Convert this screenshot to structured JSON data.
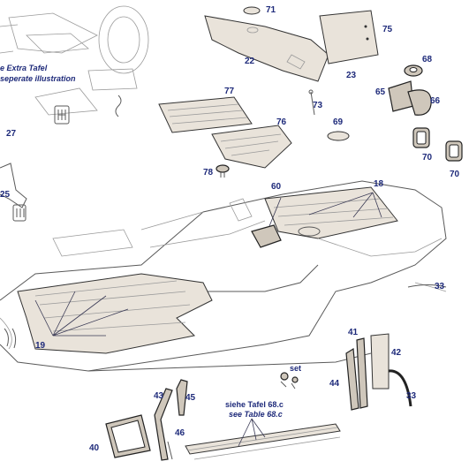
{
  "notes": {
    "extra_tafel_de": "e Extra Tafel",
    "extra_tafel_en": "seperate illustration",
    "siehe_tafel": "siehe Tafel 68.c",
    "see_table": "see Table 68.c",
    "set": "set"
  },
  "labels": {
    "n71": "71",
    "n75": "75",
    "n22": "22",
    "n23": "23",
    "n68": "68",
    "n65": "65",
    "n66": "66",
    "n77": "77",
    "n73": "73",
    "n69": "69",
    "n76": "76",
    "n27": "27",
    "n70a": "70",
    "n70b": "70",
    "n78": "78",
    "n60": "60",
    "n18": "18",
    "n25": "25",
    "n33a": "33",
    "n41": "41",
    "n42": "42",
    "n19": "19",
    "n44": "44",
    "n33b": "33",
    "n43": "43",
    "n45": "45",
    "n46": "46",
    "n40": "40"
  },
  "colors": {
    "label": "#1e2a7a",
    "line": "#5a5a5a"
  },
  "icons": {
    "gear_shift_pattern": "gear-shift-icon"
  }
}
